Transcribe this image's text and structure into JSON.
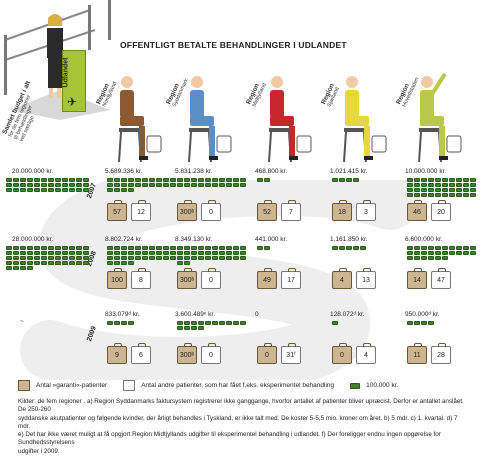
{
  "title": "OFFENTLIGT BETALTE BEHANDLINGER I UDLANDET",
  "sign_text": "Udlandet",
  "colors": {
    "tan": "#cdb592",
    "money": "#3f7f2d",
    "brown": "#8a5a33",
    "blue": "#5b8ec7",
    "red": "#c8262d",
    "yellow": "#e6d83a",
    "green": "#b9c848"
  },
  "left_label": {
    "title": "Samlet budget i alt",
    "lines": [
      "for de fem regioner",
      "til behandlinger",
      "ved særlige"
    ]
  },
  "regions": [
    {
      "name": "Region",
      "sub": "Nordjylland",
      "suit": "#8a5a33"
    },
    {
      "name": "Region",
      "sub": "Syddanmark",
      "suit": "#5b8ec7"
    },
    {
      "name": "Region",
      "sub": "Midtjylland",
      "suit": "#c8262d"
    },
    {
      "name": "Region",
      "sub": "Sjælland",
      "suit": "#e6d83a"
    },
    {
      "name": "Region",
      "sub": "Hovedstaden",
      "suit": "#b9c848"
    }
  ],
  "years": [
    {
      "year": "2007",
      "total": "20.000.000 kr.",
      "amounts": [
        "5.689.336 kr.",
        "5.831.238 kr.",
        "468.800 kr.",
        "1.021.415 kr.",
        "10.000.000 kr."
      ],
      "guarantee": [
        "57",
        "300ᵇ",
        "52",
        "18",
        "46"
      ],
      "other": [
        "12",
        "0",
        "7",
        "3",
        "20"
      ]
    },
    {
      "year": "2008",
      "total": "28.000.000 kr.",
      "amounts": [
        "8.802.724 kr.",
        "8.349.130 kr.",
        "441.000 kr.",
        "1.161.850 kr.",
        "6.600.000 kr."
      ],
      "guarantee": [
        "100",
        "300ᵇ",
        "49",
        "4",
        "14"
      ],
      "other": [
        "8",
        "0",
        "17",
        "13",
        "47"
      ]
    },
    {
      "year": "2009",
      "total": "",
      "amounts": [
        "833.079ᵈ kr.",
        "3.600.489ᵉ kr.",
        "0",
        "128.072ᵈ kr.",
        "950.000ᵈ kr."
      ],
      "guarantee": [
        "9",
        "300ᵇ",
        "0",
        "0",
        "11"
      ],
      "other": [
        "6",
        "0",
        "31ᶠ",
        "4",
        "28"
      ]
    }
  ],
  "legend": {
    "guarantee": "Antal »garanti«-patienter",
    "other": "Antal andre patienter, som har fået f.eks. eksperimentel behandling",
    "money": "100.000 kr."
  },
  "notes": [
    "Kilder: de fem regioner . a) Region Syddanmarks faktursystem registrerer ikke ganggange, hvorfor antallet af patienter bliver upræcist. Derfor er antallet anslået. De 250-260",
    "syddanske akutpatienter og følgende kvinder, der årligt behandles i Tyskland, er ikke talt med. De koster 5-5,5 mio. kroner om året. b) 5 mdr. c) 1. kvartal. d) 7 mdr.",
    "e) Det har ikke været muligt at få opgjort Region Midtjyllands udgifter til eksperimentel behandling i udlandet. f) Der foreligger endnu ingen opgørelse for Sundhedsstyrelsens",
    "udgifter i 2009."
  ]
}
